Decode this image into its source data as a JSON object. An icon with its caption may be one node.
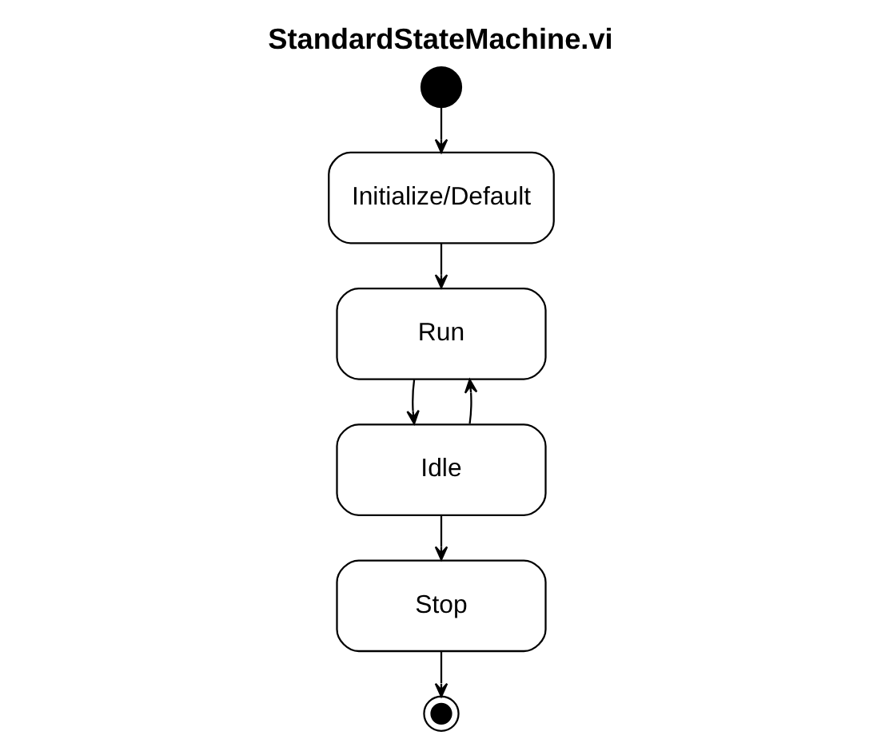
{
  "diagram": {
    "title": "StandardStateMachine.vi",
    "nodes": [
      {
        "text": [],
        "shape": "circle"
      },
      {
        "text": [
          "Initialize/Default"
        ]
      },
      {
        "text": [
          "Run"
        ]
      },
      {
        "text": [
          "Idle"
        ]
      },
      {
        "text": [
          "Stop"
        ]
      },
      {
        "text": [],
        "shape": "bullseye"
      }
    ],
    "edges": [
      {
        "from": 0,
        "to": 1,
        "arrow": "to"
      },
      {
        "from": 1,
        "to": 2,
        "arrow": "to"
      },
      {
        "from": 2,
        "to": 3,
        "arrow": "to"
      },
      {
        "from": 3,
        "to": 2,
        "arrow": "to"
      },
      {
        "from": 3,
        "to": 4,
        "arrow": "to"
      },
      {
        "from": 4,
        "to": 5,
        "arrow": "to"
      }
    ]
  }
}
